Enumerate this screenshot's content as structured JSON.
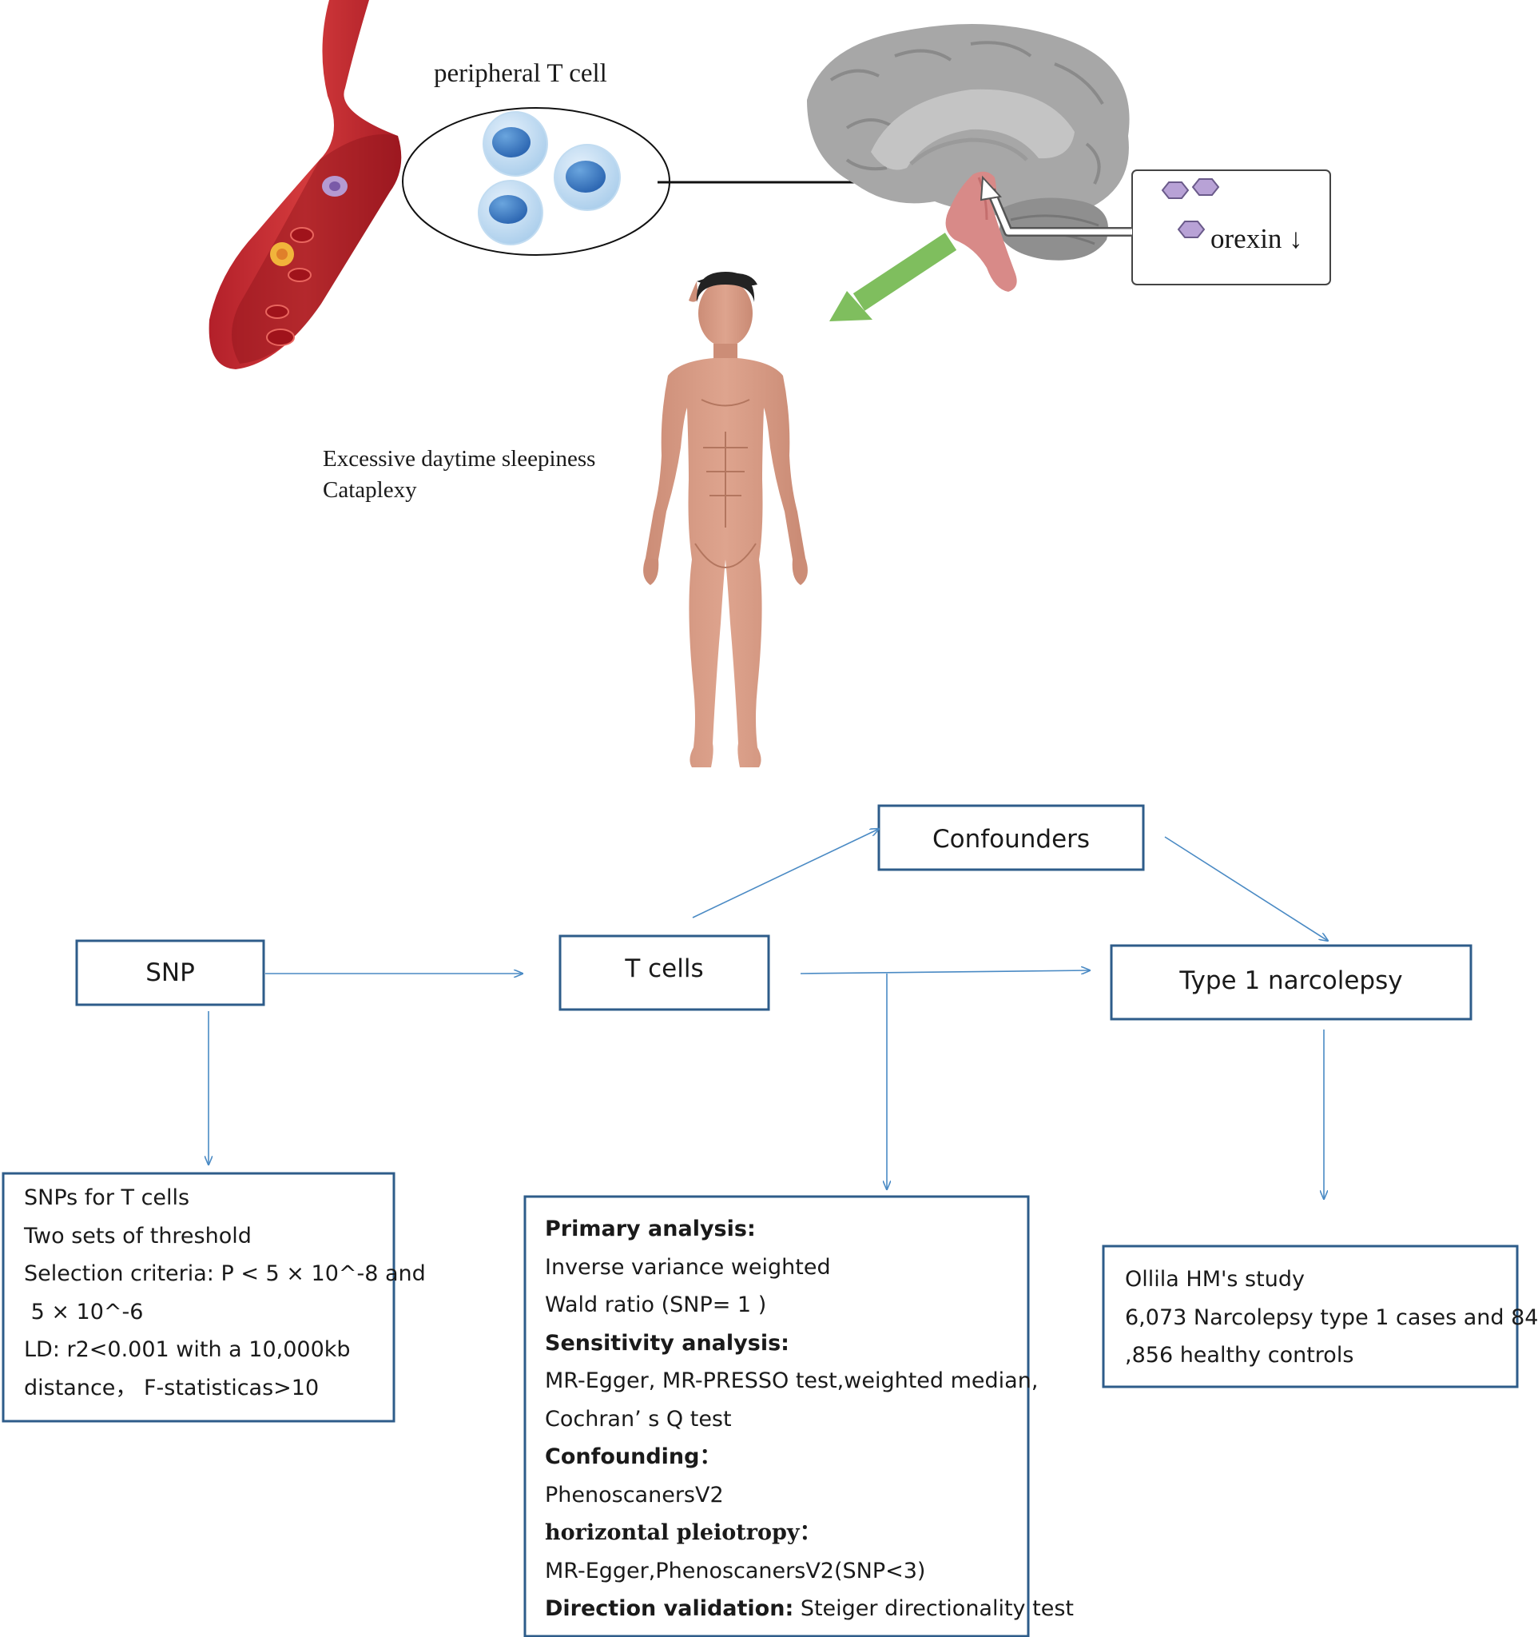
{
  "illustration": {
    "tcell_label": "peripheral T cell",
    "orexin_label": "orexin ↓",
    "symptoms": [
      "Excessive daytime sleepiness",
      "Cataplexy"
    ]
  },
  "flow": {
    "snp": "SNP",
    "tcells": "T cells",
    "confounders": "Confounders",
    "outcome": "Type 1 narcolepsy"
  },
  "snp_box": {
    "lines": [
      "SNPs for T cells",
      "Two sets of threshold",
      "Selection criteria: P < 5 × 10^-8 and",
      " 5 × 10^-6",
      "LD: r2<0.001 with a 10,000kb",
      "distance， F-statisticas>10"
    ]
  },
  "analysis_box": {
    "primary_heading": "Primary analysis:",
    "primary_lines": [
      "Inverse variance weighted",
      "Wald ratio (SNP= 1 )"
    ],
    "sensitivity_heading": "Sensitivity analysis:",
    "sensitivity_lines": [
      "MR-Egger, MR-PRESSO test,weighted median,",
      "Cochran’ s Q test"
    ],
    "confounding_heading": "Confounding：",
    "confounding_lines": [
      "PhenoscanersV2"
    ],
    "pleiotropy_heading": "horizontal pleiotropy：",
    "pleiotropy_lines": [
      "MR-Egger,PhenoscanersV2(SNP<3)"
    ],
    "direction_heading": "Direction validation:",
    "direction_text": " Steiger directionality test"
  },
  "study_box": {
    "lines": [
      "Ollila HM's study",
      "6,073 Narcolepsy type 1 cases and 84",
      ",856 healthy controls"
    ]
  },
  "colors": {
    "box_border": "#2e5c8a",
    "arrow_blue": "#4a8ac4",
    "vessel": "#c0272d",
    "brain": "#a7a7a7",
    "brainstem": "#d88a88",
    "green_arrow": "#7fbe5e",
    "orexin_hex": "#b8a2d6",
    "skin": "#d89c86"
  }
}
